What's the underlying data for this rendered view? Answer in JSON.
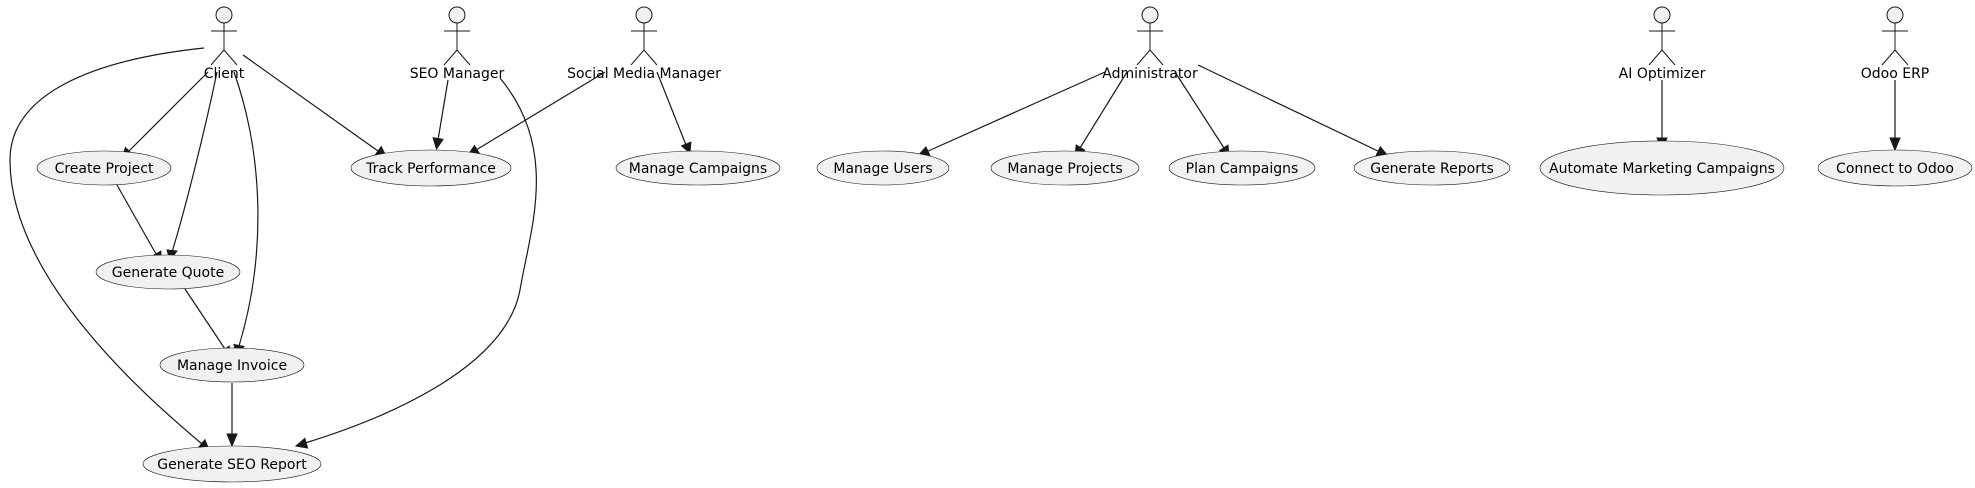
{
  "actors": {
    "client": "Client",
    "seo_manager": "SEO Manager",
    "social_media_manager": "Social Media Manager",
    "administrator": "Administrator",
    "ai_optimizer": "AI Optimizer",
    "odoo_erp": "Odoo ERP"
  },
  "use_cases": {
    "create_project": "Create Project",
    "generate_quote": "Generate Quote",
    "manage_invoice": "Manage Invoice",
    "generate_seo_report": "Generate SEO Report",
    "track_performance": "Track Performance",
    "manage_campaigns": "Manage Campaigns",
    "manage_users": "Manage Users",
    "manage_projects": "Manage Projects",
    "plan_campaigns": "Plan Campaigns",
    "generate_reports": "Generate Reports",
    "automate_marketing_campaigns": "Automate Marketing Campaigns",
    "connect_to_odoo": "Connect to Odoo"
  },
  "relations": [
    [
      "client",
      "create_project"
    ],
    [
      "client",
      "generate_quote"
    ],
    [
      "client",
      "manage_invoice"
    ],
    [
      "client",
      "generate_seo_report"
    ],
    [
      "client",
      "track_performance"
    ],
    [
      "create_project",
      "generate_quote"
    ],
    [
      "generate_quote",
      "manage_invoice"
    ],
    [
      "manage_invoice",
      "generate_seo_report"
    ],
    [
      "seo_manager",
      "track_performance"
    ],
    [
      "seo_manager",
      "generate_seo_report"
    ],
    [
      "social_media_manager",
      "track_performance"
    ],
    [
      "social_media_manager",
      "manage_campaigns"
    ],
    [
      "administrator",
      "manage_users"
    ],
    [
      "administrator",
      "manage_projects"
    ],
    [
      "administrator",
      "plan_campaigns"
    ],
    [
      "administrator",
      "generate_reports"
    ],
    [
      "ai_optimizer",
      "automate_marketing_campaigns"
    ],
    [
      "odoo_erp",
      "connect_to_odoo"
    ]
  ]
}
